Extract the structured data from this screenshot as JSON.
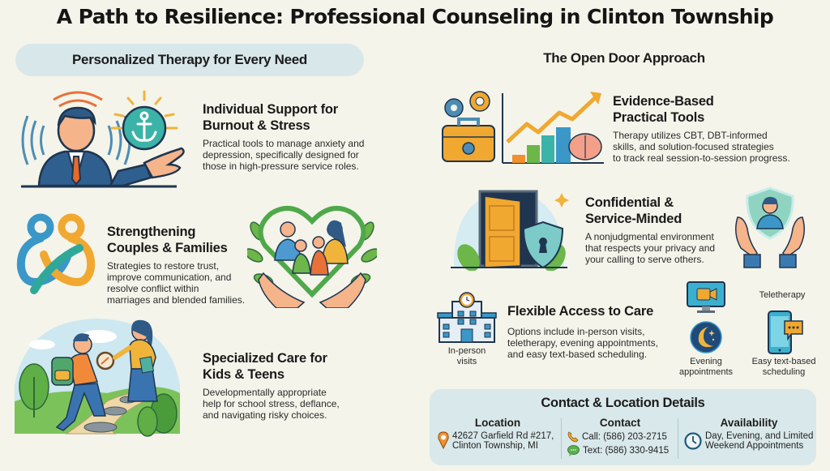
{
  "title": "A Path to Resilience: Professional Counseling in Clinton Township",
  "left_section": {
    "heading": "Personalized Therapy for Every Need",
    "items": [
      {
        "title_line1": "Individual Support for",
        "title_line2": "Burnout & Stress",
        "desc_lines": [
          "Practical tools to manage anxiety and",
          "depression, specifically designed for",
          "those in high-pressure service roles."
        ],
        "icon": "person-anchor-icon"
      },
      {
        "title_line1": "Strengthening",
        "title_line2": "Couples & Families",
        "desc_lines": [
          "Strategies to restore trust,",
          "improve communication, and",
          "resolve conflict within",
          "marriages and blended families."
        ],
        "icon": "interlinked-people-icon"
      },
      {
        "title_line1": "Specialized Care for",
        "title_line2": "Kids & Teens",
        "desc_lines": [
          "Developmentally appropriate",
          "help for school stress, deflance,",
          "and navigating risky choices."
        ],
        "icon": "teen-path-icon"
      }
    ]
  },
  "right_section": {
    "heading": "The Open Door Approach",
    "items": [
      {
        "title_line1": "Evidence-Based",
        "title_line2": "Practical Tools",
        "desc_lines": [
          "Therapy utilizes CBT, DBT-informed",
          "skills, and solution-focused strategies",
          "to track real session-to-session progress."
        ],
        "icon": "toolbox-chart-icon"
      },
      {
        "title_line1": "Confidential &",
        "title_line2": "Service-Minded",
        "desc_lines": [
          "A nonjudgmental environment",
          "that respects your privacy and",
          "your calling to serve others."
        ],
        "icon": "door-shield-icon"
      },
      {
        "title": "Flexible Access to Care",
        "desc_lines": [
          "Options include in-person visits,",
          "teletherapy, evening appointments,",
          "and easy text-based scheduling."
        ],
        "icon": "building-icon"
      }
    ],
    "access_options": {
      "in_person": [
        "In-person",
        "visits"
      ],
      "teletherapy": "Teletherapy",
      "evening": [
        "Evening",
        "appointments"
      ],
      "text": [
        "Easy text-based",
        "scheduling"
      ]
    }
  },
  "contact": {
    "title": "Contact & Location Details",
    "location": {
      "heading": "Location",
      "line1": "42627 Garfield Rd #217,",
      "line2": "Clinton Township, MI"
    },
    "contact": {
      "heading": "Contact",
      "call": "Call: (586) 203-2715",
      "text": "Text: (586) 330-9415"
    },
    "availability": {
      "heading": "Availability",
      "line1": "Day, Evening, and Limited",
      "line2": "Weekend Appointments"
    }
  },
  "colors": {
    "background": "#f4f4ea",
    "pill": "#d8e7ea",
    "orange": "#f0902e",
    "blue": "#3d84b0",
    "teal": "#3bb3a8",
    "green": "#6cb64a",
    "navy": "#1f3550"
  }
}
